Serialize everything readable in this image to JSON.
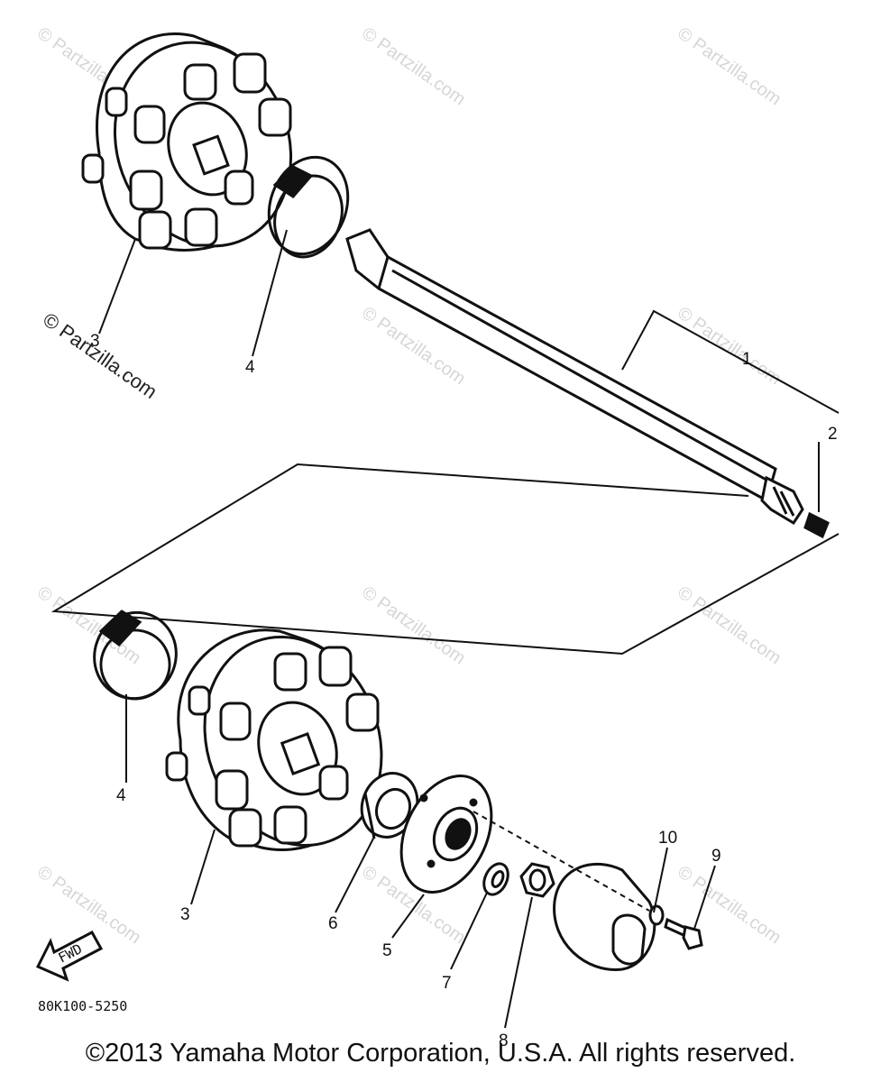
{
  "callouts": {
    "shaft": "1",
    "plug": "2",
    "sprocket_top": "3",
    "sprocket_bottom": "3",
    "clamp_top": "4",
    "clamp_bottom": "4",
    "flange": "5",
    "bearing": "6",
    "washer": "7",
    "nut": "8",
    "bolt": "9",
    "lockwasher": "10"
  },
  "watermark": {
    "text": "© Partzilla.com",
    "color": "#d6d6d6"
  },
  "fwd_label": "FWD",
  "diagram_code": "80K100-5250",
  "copyright": "©2013  Yamaha Motor Corporation, U.S.A. All rights reserved."
}
